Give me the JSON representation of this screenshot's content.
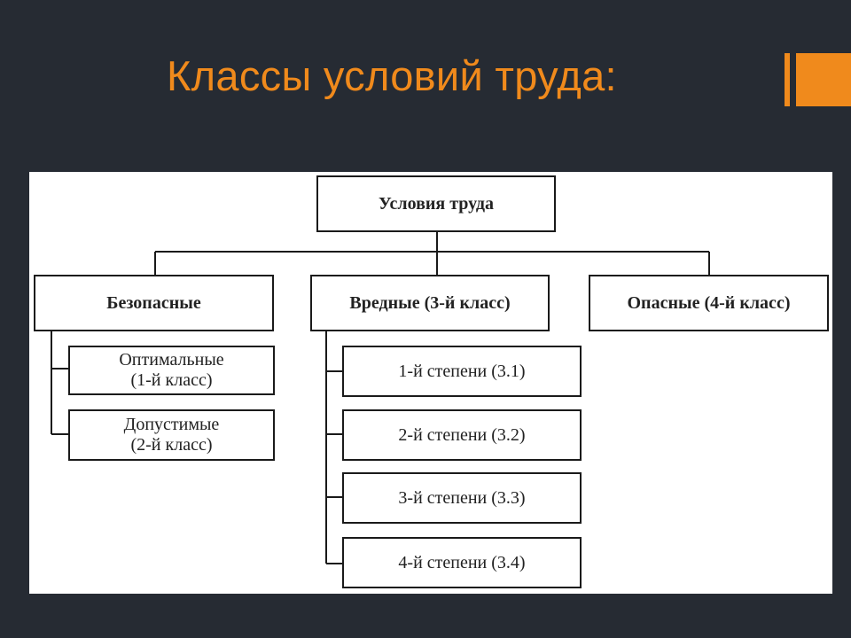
{
  "slide": {
    "title": "Классы условий труда:",
    "accent_color": "#f08a1c",
    "background_color": "#262b33"
  },
  "diagram": {
    "root": "Условия труда",
    "categories": {
      "safe": "Безопасные",
      "harmful": "Вредные (3-й класс)",
      "dangerous": "Опасные (4-й класс)"
    },
    "safe_children": [
      {
        "line1": "Оптимальные",
        "line2": "(1-й класс)"
      },
      {
        "line1": "Допустимые",
        "line2": "(2-й класс)"
      }
    ],
    "harmful_children": [
      "1-й степени (3.1)",
      "2-й степени (3.2)",
      "3-й степени (3.3)",
      "4-й степени (3.4)"
    ]
  }
}
